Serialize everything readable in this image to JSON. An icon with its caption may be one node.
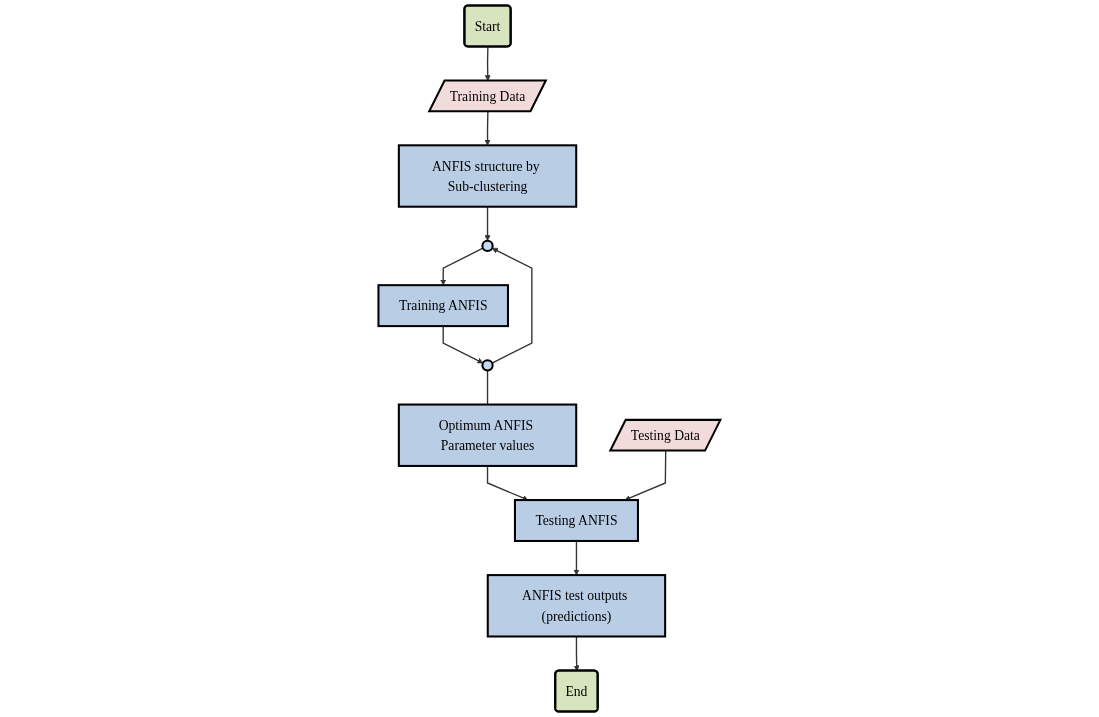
{
  "diagram": {
    "nodes": [
      {
        "text": [
          "Start"
        ]
      },
      {
        "text": [
          "Training Data"
        ]
      },
      {
        "text": [
          "ANFIS structure by Sub-clustering"
        ]
      },
      {
        "text": [],
        "shape": "circle"
      },
      {
        "text": [
          "Training ANFIS"
        ]
      },
      {
        "text": [],
        "shape": "circle"
      },
      {
        "text": [
          "Optimum ANFIS Parameter values"
        ]
      },
      {
        "text": [
          "Testing ANFIS"
        ]
      },
      {
        "text": [
          "Testing Data"
        ]
      },
      {
        "text": [
          "ANFIS test outputs (predictions)"
        ]
      },
      {
        "text": [
          "End"
        ]
      }
    ],
    "edges": [
      {
        "from": 0,
        "to": 1,
        "arrow": "to"
      },
      {
        "from": 1,
        "to": 2,
        "arrow": "to"
      },
      {
        "from": 2,
        "to": 3,
        "arrow": "to"
      },
      {
        "from": 3,
        "to": 4,
        "arrow": "to"
      },
      {
        "from": 4,
        "to": 5,
        "arrow": "to"
      },
      {
        "from": 5,
        "to": 3,
        "arrow": "to"
      },
      {
        "from": 5,
        "to": 6,
        "arrow": "none"
      },
      {
        "from": 6,
        "to": 7,
        "arrow": "to"
      },
      {
        "from": 8,
        "to": 7,
        "arrow": "to"
      },
      {
        "from": 7,
        "to": 9,
        "arrow": "to"
      },
      {
        "from": 9,
        "to": 10,
        "arrow": "to"
      }
    ]
  }
}
